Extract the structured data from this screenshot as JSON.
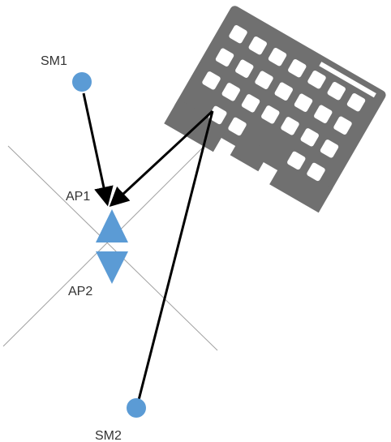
{
  "labels": {
    "sm1": "SM1",
    "sm2": "SM2",
    "ap1": "AP1",
    "ap2": "AP2"
  },
  "colors": {
    "node": "#5b9bd5",
    "arrow": "#000000",
    "building": "#707070",
    "window": "#ffffff",
    "guide_line": "#a0a0a0"
  }
}
